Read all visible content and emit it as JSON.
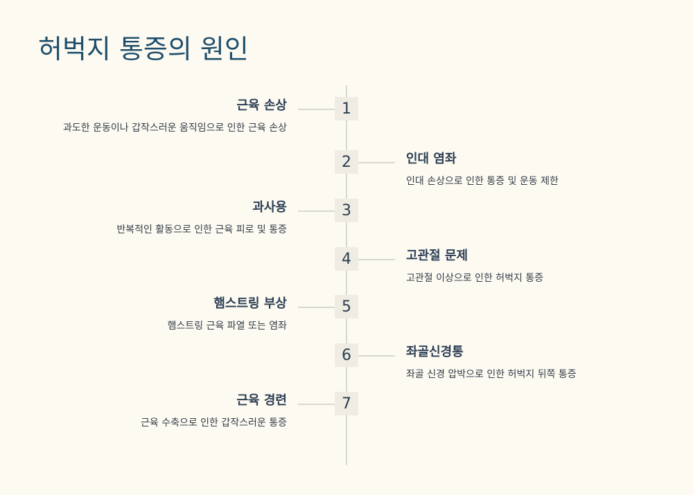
{
  "title": "허벅지 통증의 원인",
  "steps": [
    {
      "number": "1",
      "title": "근육 손상",
      "description": "과도한 운동이나 갑작스러운 움직임으로 인한 근육 손상"
    },
    {
      "number": "2",
      "title": "인대 염좌",
      "description": "인대 손상으로 인한 통증 및 운동 제한"
    },
    {
      "number": "3",
      "title": "과사용",
      "description": "반복적인 활동으로 인한 근육 피로 및 통증"
    },
    {
      "number": "4",
      "title": "고관절 문제",
      "description": "고관절 이상으로 인한 허벅지 통증"
    },
    {
      "number": "5",
      "title": "햄스트링 부상",
      "description": "햄스트링 근육 파열 또는 염좌"
    },
    {
      "number": "6",
      "title": "좌골신경통",
      "description": "좌골 신경 압박으로 인한 허벅지 뒤쪽 통증"
    },
    {
      "number": "7",
      "title": "근육 경련",
      "description": "근육 수축으로 인한 갑작스러운 통증"
    }
  ],
  "colors": {
    "background": "#fdfaf2",
    "title": "#1f4f6b",
    "text": "#2b3e52",
    "number_box": "#efece3",
    "line": "#d8d8d2"
  }
}
